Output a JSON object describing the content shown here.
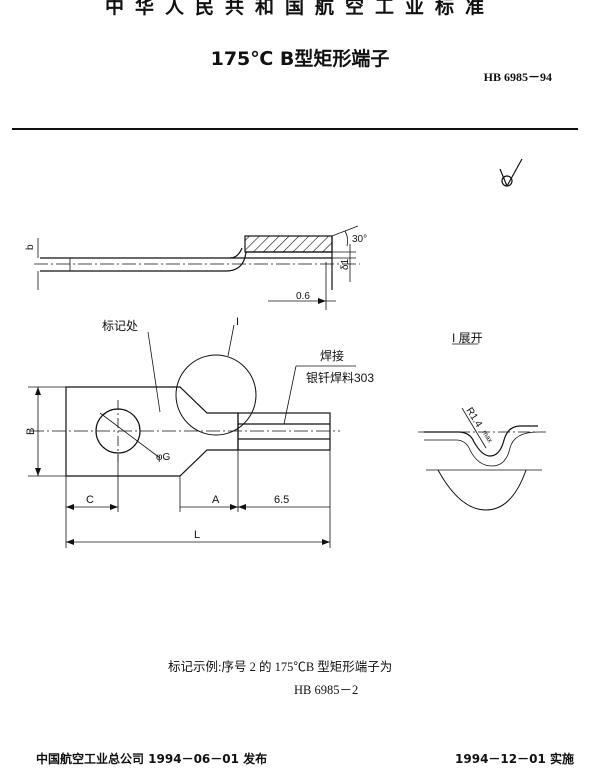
{
  "header": {
    "organization_title": "中华人民共和国航空工业标准",
    "standard_title": "175℃ B型矩形端子",
    "standard_code": "HB 6985－94"
  },
  "drawing": {
    "side_view": {
      "dim_b": "b",
      "dim_angle": "30°",
      "dim_delta": "δ1",
      "dim_gap": "0.6"
    },
    "plan_view": {
      "marking_label": "标记处",
      "detail_ref": "I",
      "weld_label": "焊接",
      "solder_label": "银钎焊料303",
      "dim_B": "B",
      "dim_hole": "φG",
      "dim_C": "C",
      "dim_A": "A",
      "dim_65": "6.5",
      "dim_L": "L"
    },
    "detail": {
      "title": "I 展开",
      "radius_label": "R1.4",
      "radius_sub": "max"
    }
  },
  "example": {
    "line1": "标记示例:序号 2 的 175℃B 型矩形端子为",
    "line2": "HB 6985－2"
  },
  "footer": {
    "issuer": "中国航空工业总公司 1994－06－01 发布",
    "effective": "1994－12－01 实施"
  }
}
